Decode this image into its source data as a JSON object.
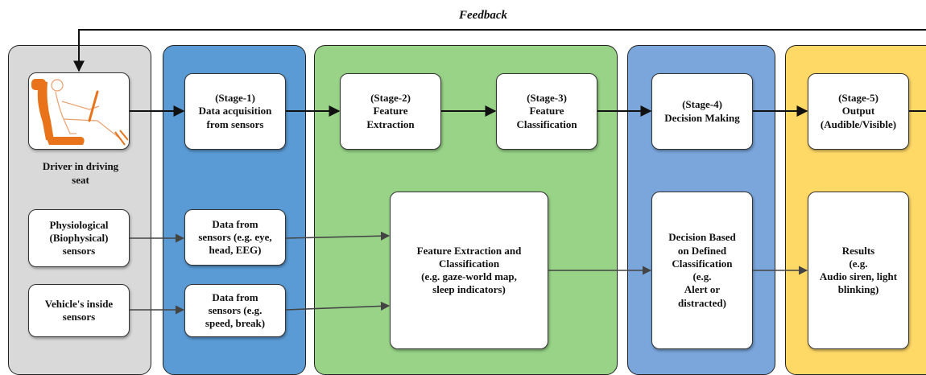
{
  "feedback": "Feedback",
  "colors": {
    "driver_panel": "#d9d9d9",
    "acquisition_panel": "#5b9bd5",
    "feature_panel": "#98d387",
    "decision_panel": "#7aa6dc",
    "output_panel": "#ffd966",
    "seat": "#e8731a"
  },
  "driver": {
    "label": "Driver in driving\nseat",
    "physiological": "Physiological\n(Biophysical)\nsensors",
    "vehicle": "Vehicle's inside\nsensors"
  },
  "stages": {
    "stage1": "(Stage-1)\nData acquisition\nfrom sensors",
    "stage2": "(Stage-2)\nFeature\nExtraction",
    "stage3": "(Stage-3)\nFeature\nClassification",
    "stage4": "(Stage-4)\nDecision Making",
    "stage5": "(Stage-5)\nOutput\n(Audible/Visible)"
  },
  "details": {
    "data_eye": "Data from\nsensors (e.g. eye,\nhead, EEG)",
    "data_speed": "Data from\nsensors (e.g.\nspeed, break)",
    "feature_extraction": "Feature Extraction and\nClassification\n(e.g. gaze-world map,\nsleep indicators)",
    "decision": "Decision Based\non Defined\nClassification\n(e.g.\nAlert or\ndistracted)",
    "results": "Results\n(e.g.\nAudio siren, light\nblinking)"
  }
}
